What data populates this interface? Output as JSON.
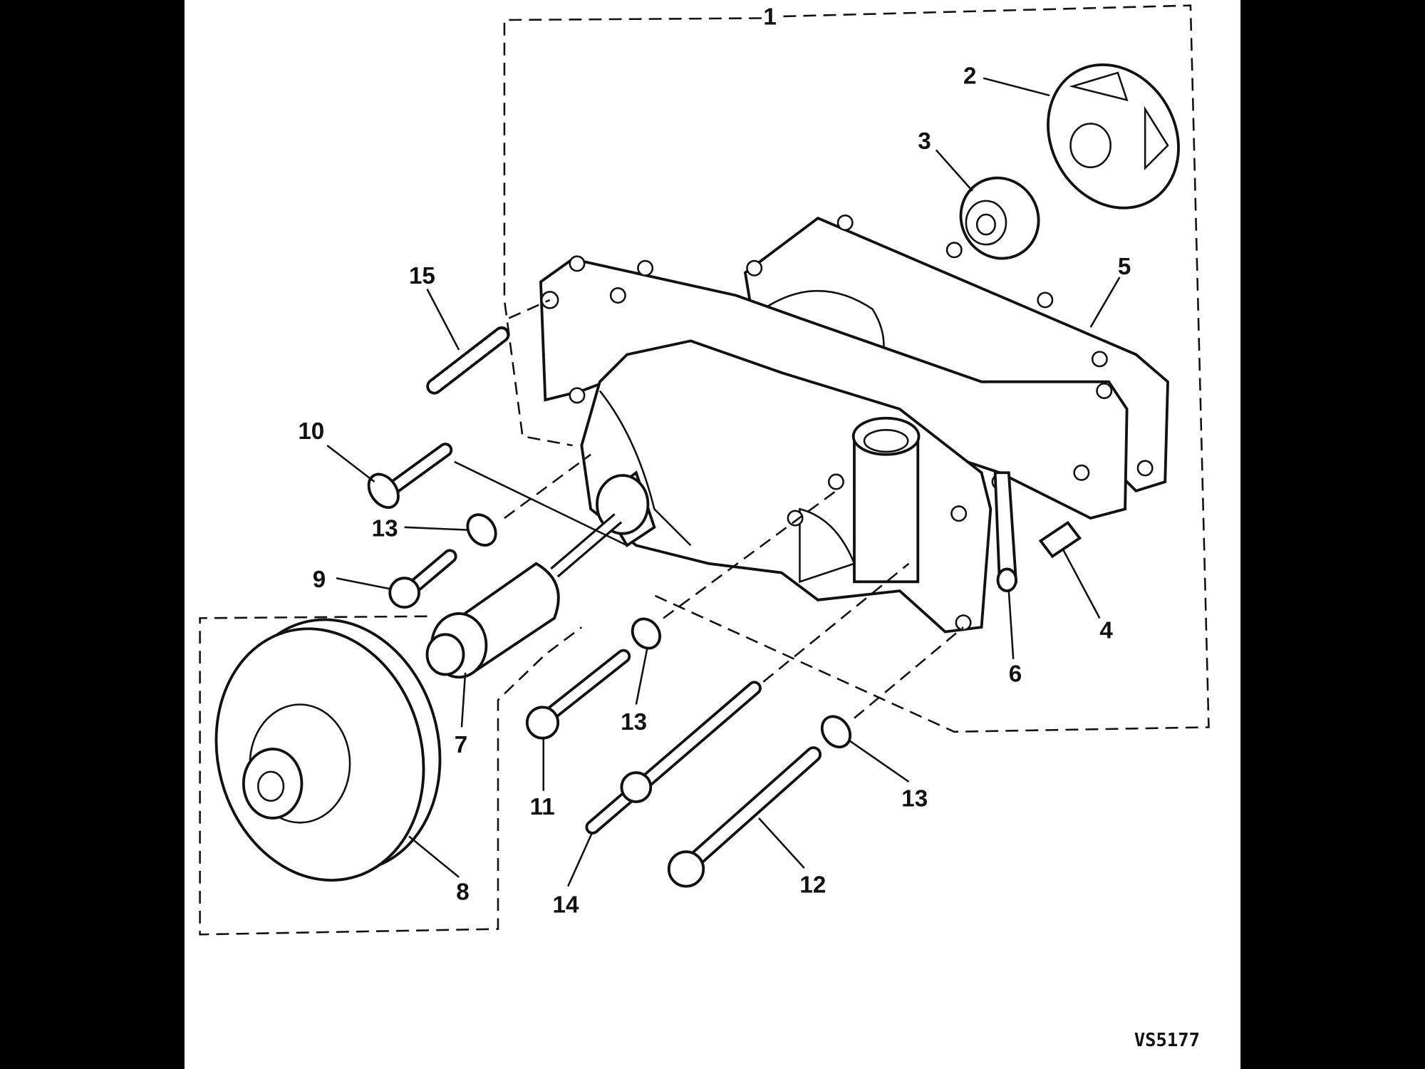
{
  "diagram": {
    "reference_code": "VS5177",
    "callouts": {
      "c1": "1",
      "c2": "2",
      "c3": "3",
      "c4": "4",
      "c5": "5",
      "c6": "6",
      "c7": "7",
      "c8": "8",
      "c9": "9",
      "c10": "10",
      "c11": "11",
      "c12": "12",
      "c13a": "13",
      "c13b": "13",
      "c13c": "13",
      "c14": "14",
      "c15": "15"
    }
  }
}
